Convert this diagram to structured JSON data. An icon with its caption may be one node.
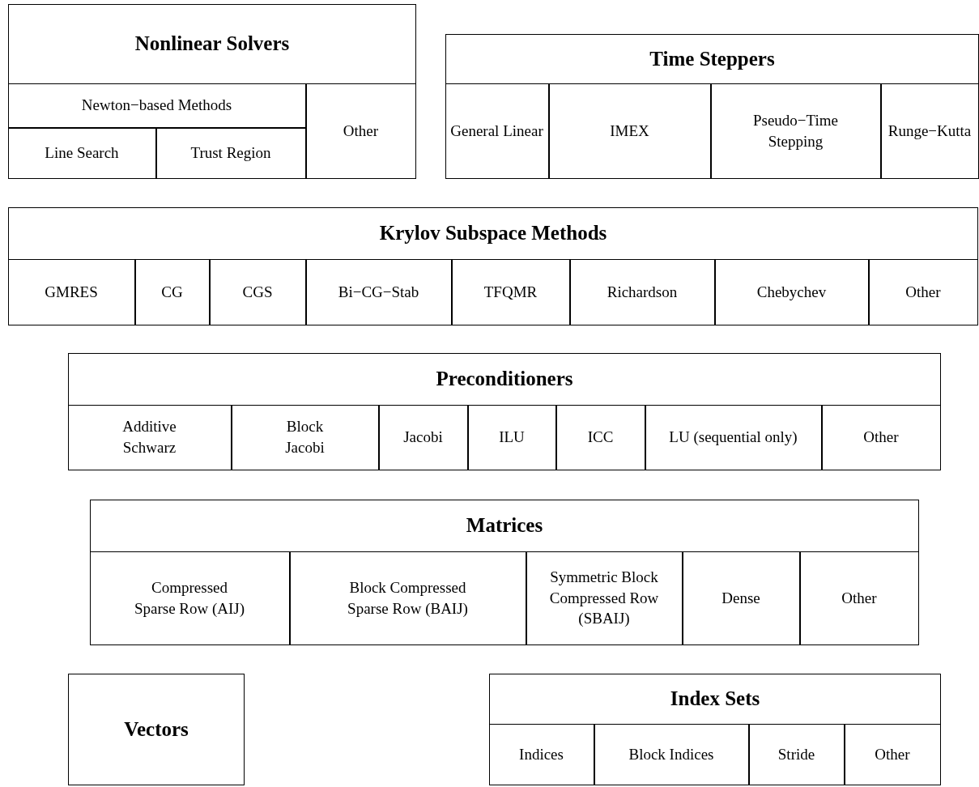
{
  "diagram": {
    "nodes": [
      {
        "text": [
          "Nonlinear Solvers"
        ]
      },
      {
        "text": [
          "Newton−based Methods"
        ],
        "in": 0
      },
      {
        "text": [
          "Line Search"
        ],
        "in": 0
      },
      {
        "text": [
          "Trust Region"
        ],
        "in": 0
      },
      {
        "text": [
          "Other"
        ],
        "in": 0
      },
      {
        "text": [
          "Time Steppers"
        ]
      },
      {
        "text": [
          "General Linear"
        ],
        "in": 5
      },
      {
        "text": [
          "IMEX"
        ],
        "in": 5
      },
      {
        "text": [
          "Pseudo−Time Stepping"
        ],
        "in": 5
      },
      {
        "text": [
          "Runge−Kutta"
        ],
        "in": 5
      },
      {
        "text": [
          "Krylov Subspace Methods"
        ]
      },
      {
        "text": [
          "GMRES"
        ],
        "in": 10
      },
      {
        "text": [
          "CG"
        ],
        "in": 10
      },
      {
        "text": [
          "CGS"
        ],
        "in": 10
      },
      {
        "text": [
          "Bi−CG−Stab"
        ],
        "in": 10
      },
      {
        "text": [
          "TFQMR"
        ],
        "in": 10
      },
      {
        "text": [
          "Richardson"
        ],
        "in": 10
      },
      {
        "text": [
          "Chebychev"
        ],
        "in": 10
      },
      {
        "text": [
          "Other"
        ],
        "in": 10
      },
      {
        "text": [
          "Preconditioners"
        ]
      },
      {
        "text": [
          "Additive Schwarz"
        ],
        "in": 19
      },
      {
        "text": [
          "Block Jacobi"
        ],
        "in": 19
      },
      {
        "text": [
          "Jacobi"
        ],
        "in": 19
      },
      {
        "text": [
          "ILU"
        ],
        "in": 19
      },
      {
        "text": [
          "ICC"
        ],
        "in": 19
      },
      {
        "text": [
          "LU (sequential only)"
        ],
        "in": 19
      },
      {
        "text": [
          "Other"
        ],
        "in": 19
      },
      {
        "text": [
          "Matrices"
        ]
      },
      {
        "text": [
          "Compressed Sparse Row (AIJ)"
        ],
        "in": 27
      },
      {
        "text": [
          "Block Compressed Sparse Row (BAIJ)"
        ],
        "in": 27
      },
      {
        "text": [
          "Symmetric Block Compressed Row (SBAIJ)"
        ],
        "in": 27
      },
      {
        "text": [
          "Dense"
        ],
        "in": 27
      },
      {
        "text": [
          "Other"
        ],
        "in": 27
      },
      {
        "text": [
          "Vectors"
        ]
      },
      {
        "text": [
          "Index Sets"
        ]
      },
      {
        "text": [
          "Indices"
        ],
        "in": 34
      },
      {
        "text": [
          "Block Indices"
        ],
        "in": 34
      },
      {
        "text": [
          "Stride"
        ],
        "in": 34
      },
      {
        "text": [
          "Other"
        ],
        "in": 34
      }
    ]
  }
}
